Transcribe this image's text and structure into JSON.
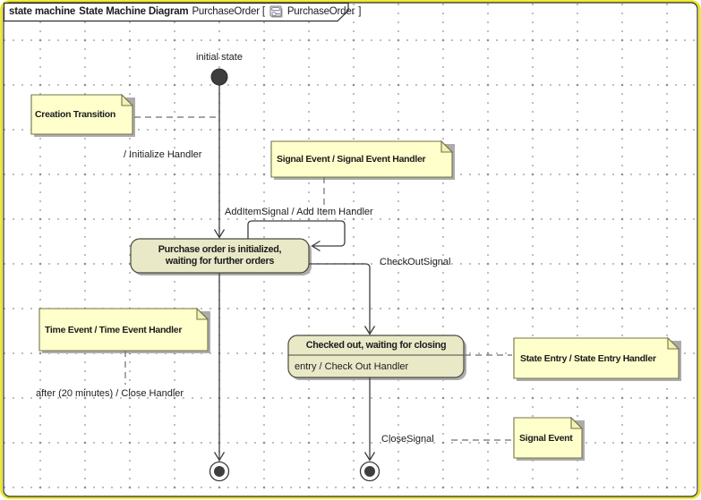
{
  "frame": {
    "kind_label": "state machine",
    "diagram_type": "State Machine Diagram",
    "context_prefix": "PurchaseOrder [",
    "context_name": "PurchaseOrder",
    "context_suffix": "]"
  },
  "nodes": {
    "initial_label": "initial state"
  },
  "transitions": {
    "initialize": "/ Initialize Handler",
    "add_item": "AddItemSignal / Add Item Handler",
    "check_out": "CheckOutSignal",
    "after_close": "after (20 minutes) / Close Handler",
    "close_signal": "CloseSignal"
  },
  "states": {
    "purchase_order": {
      "line1": "Purchase order is initialized,",
      "line2": "waiting for further orders"
    },
    "checked_out": {
      "title": "Checked out, waiting for closing",
      "entry": "entry / Check Out Handler"
    }
  },
  "notes": {
    "creation": "Creation Transition",
    "signal_event_handler": "Signal Event / Signal Event Handler",
    "time_event": "Time Event / Time Event Handler",
    "state_entry": "State Entry / State Entry Handler",
    "signal_event": "Signal Event"
  },
  "icons": {
    "diagram_icon": "state-machine-diagram-icon"
  },
  "colors": {
    "note_fill": "#ffffcc",
    "state_fill": "#e9e9c8",
    "frame_border_yellow": "#e8e21c",
    "shadow": "#acacac",
    "line": "#3d3d3d"
  }
}
